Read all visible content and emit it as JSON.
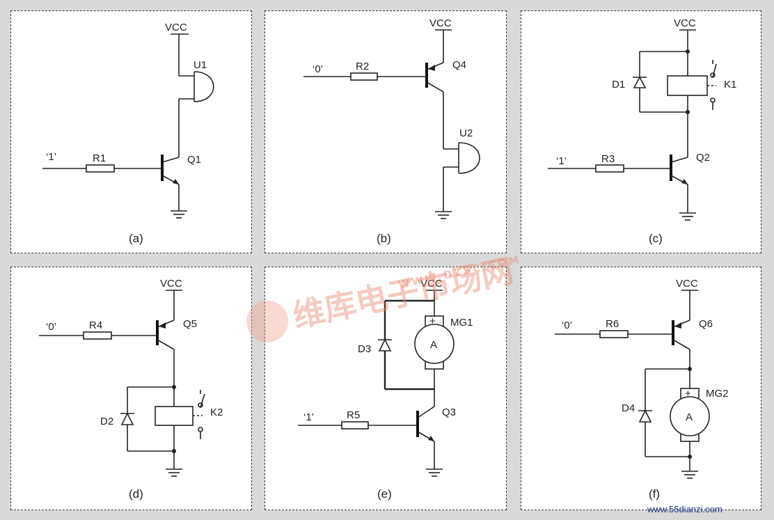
{
  "panels": {
    "a": {
      "caption": "(a)",
      "vcc": "VCC",
      "input": "‘1’",
      "resistor": "R1",
      "transistor": "Q1",
      "buzzer": "U1"
    },
    "b": {
      "caption": "(b)",
      "vcc": "VCC",
      "input": "‘0’",
      "resistor": "R2",
      "transistor": "Q4",
      "buzzer": "U2"
    },
    "c": {
      "caption": "(c)",
      "vcc": "VCC",
      "input": "‘1’",
      "resistor": "R3",
      "transistor": "Q2",
      "diode": "D1",
      "relay": "K1"
    },
    "d": {
      "caption": "(d)",
      "vcc": "VCC",
      "input": "‘0’",
      "resistor": "R4",
      "transistor": "Q5",
      "diode": "D2",
      "relay": "K2"
    },
    "e": {
      "caption": "(e)",
      "vcc": "VCC",
      "input": "‘1’",
      "resistor": "R5",
      "transistor": "Q3",
      "diode": "D3",
      "motor": "MG1",
      "meter": "A",
      "plus": "+",
      "minus": "-"
    },
    "f": {
      "caption": "(f)",
      "vcc": "VCC",
      "input": "‘0’",
      "resistor": "R6",
      "transistor": "Q6",
      "diode": "D4",
      "motor": "MG2",
      "meter": "A",
      "plus": "+",
      "minus": "-"
    }
  },
  "watermark": {
    "brand": "维库电子市场网",
    "url": "WWW.DZSC.COM"
  },
  "footer": "www.55dianzi.com",
  "colors": {
    "background": "#d9d9d9",
    "panel": "#ffffff",
    "ink": "#222222",
    "watermark": "#e9866c",
    "footer": "#1a3a8a"
  }
}
